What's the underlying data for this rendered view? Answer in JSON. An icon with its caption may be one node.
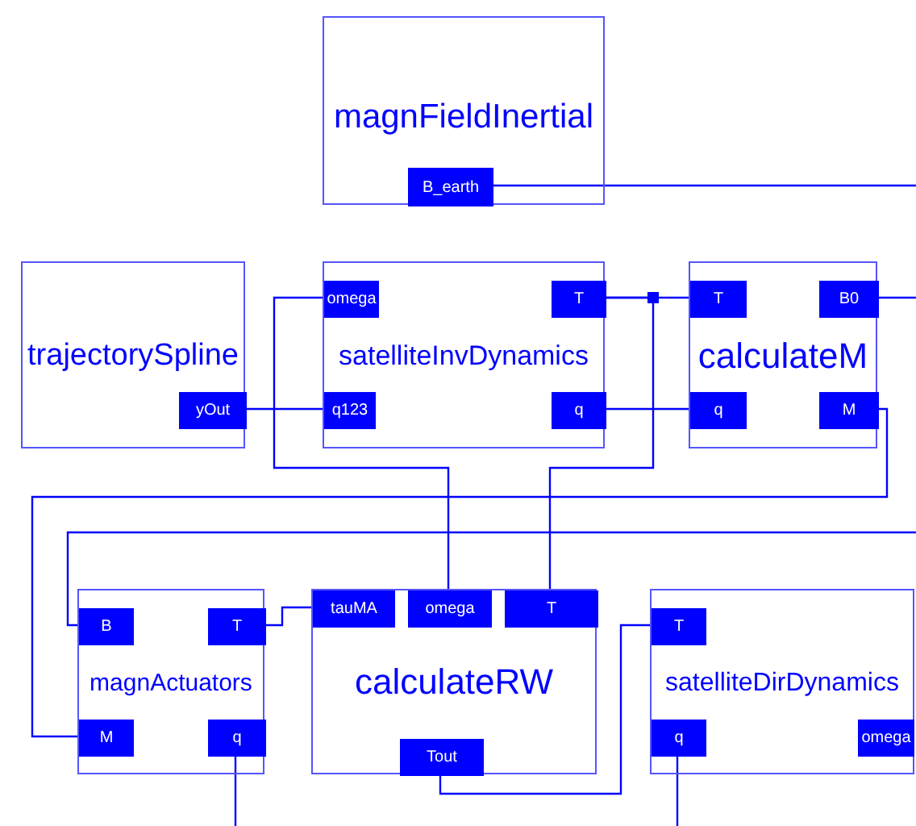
{
  "diagram": {
    "nodes": [
      {
        "text": [
          "magnFieldInertial"
        ]
      },
      {
        "text": [
          "B_earth"
        ],
        "in": 0
      },
      {
        "text": [
          "trajectorySpline"
        ]
      },
      {
        "text": [
          "yOut"
        ],
        "in": 2
      },
      {
        "text": [
          "satelliteInvDynamics"
        ]
      },
      {
        "text": [
          "omega"
        ],
        "in": 4
      },
      {
        "text": [
          "T"
        ],
        "in": 4
      },
      {
        "text": [
          "q123"
        ],
        "in": 4
      },
      {
        "text": [
          "q"
        ],
        "in": 4
      },
      {
        "text": [
          "calculateM"
        ]
      },
      {
        "text": [
          "T"
        ],
        "in": 9
      },
      {
        "text": [
          "B0"
        ],
        "in": 9
      },
      {
        "text": [
          "q"
        ],
        "in": 9
      },
      {
        "text": [
          "M"
        ],
        "in": 9
      },
      {
        "text": [
          "magnActuators"
        ]
      },
      {
        "text": [
          "B"
        ],
        "in": 14
      },
      {
        "text": [
          "T"
        ],
        "in": 14
      },
      {
        "text": [
          "M"
        ],
        "in": 14
      },
      {
        "text": [
          "q"
        ],
        "in": 14
      },
      {
        "text": [
          "calculateRW"
        ]
      },
      {
        "text": [
          "tauMA"
        ],
        "in": 19
      },
      {
        "text": [
          "omega"
        ],
        "in": 19
      },
      {
        "text": [
          "T"
        ],
        "in": 19
      },
      {
        "text": [
          "Tout"
        ],
        "in": 19
      },
      {
        "text": [
          "satelliteDirDynamics"
        ]
      },
      {
        "text": [
          "T"
        ],
        "in": 24
      },
      {
        "text": [
          "q"
        ],
        "in": 24
      },
      {
        "text": [
          "omega"
        ],
        "in": 24
      }
    ],
    "edges": [
      {
        "from": 1,
        "to": null,
        "arrow": "none"
      },
      {
        "from": 3,
        "to": 7,
        "arrow": "none"
      },
      {
        "from": 6,
        "to": 10,
        "arrow": "none"
      },
      {
        "from": 6,
        "to": 22,
        "arrow": "none"
      },
      {
        "from": 8,
        "to": 12,
        "arrow": "none"
      },
      {
        "from": 5,
        "to": 21,
        "arrow": "none"
      },
      {
        "from": 11,
        "to": null,
        "arrow": "none"
      },
      {
        "from": 13,
        "to": 17,
        "arrow": "none"
      },
      {
        "from": 15,
        "to": null,
        "arrow": "none"
      },
      {
        "from": 16,
        "to": 20,
        "arrow": "none"
      },
      {
        "from": 23,
        "to": 25,
        "arrow": "none"
      },
      {
        "from": 18,
        "to": null,
        "arrow": "none"
      },
      {
        "from": 26,
        "to": null,
        "arrow": "none"
      }
    ]
  }
}
